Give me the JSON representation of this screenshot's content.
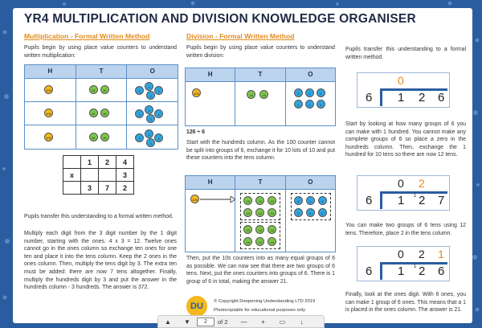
{
  "title": "YR4 MULTIPLICATION AND DIVISION KNOWLEDGE ORGANISER",
  "multiplication": {
    "heading": "Multiplication - Formal Written Method",
    "intro": "Pupils begin by using place value counters to understand written multiplication:",
    "pv_headers": [
      "H",
      "T",
      "O"
    ],
    "grid": {
      "row1": [
        "",
        "1",
        "2",
        "4"
      ],
      "row2": [
        "x",
        "",
        "",
        "3"
      ],
      "row3": [
        "",
        "3",
        "7",
        "2"
      ]
    },
    "transfer": "Pupils transfer this understanding to a formal written method.",
    "explanation": "Multiply each digit from the 3 digit number by the 1 digit number, starting with the ones. 4 x 3 = 12. Twelve ones cannot go in the ones column so exchange ten ones for one ten and place it into the tens column. Keep the 2 ones in the ones column. Then, multiply the tens digit by 3. The extra ten must be added: there are now 7 tens altogether. Finally, multiply the hundreds digit by 3 and put the answer in the hundreds column - 3 hundreds. The answer is 372."
  },
  "division": {
    "heading": "Division - Formal Written Method",
    "intro": "Pupils begin by using place value counters to understand written division:",
    "pv_headers": [
      "H",
      "T",
      "O"
    ],
    "equation": "126 ÷ 6",
    "step1": "Start with the hundreds column. As the 100 counter cannot be split into groups of 6, exchange it for 10 lots of 10 and put these counters into the tens column.",
    "step2": "Then, put the 10s counters into as many equal groups of 6 as possible. We can now see that there are two groups of 6 tens. Next, put the ones counters into groups of 6. There is 1 group of 6 in total, making the answer 21."
  },
  "right": {
    "transfer": "Pupils transfer this understanding to a formal written method.",
    "box1": {
      "quotient": [
        "0",
        "",
        ""
      ],
      "divisor": "6",
      "dividend": [
        "1",
        "2",
        "6"
      ],
      "carry": ""
    },
    "text1": "Start by looking at how many groups of 6 you can make with 1 hundred. You cannot make any complete groups of 6 so place a zero in the hundreds column. Then, exchange the 1 hundred for 10 tens so there are now 12 tens.",
    "box2": {
      "quotient": [
        "0",
        "2",
        ""
      ],
      "divisor": "6",
      "dividend": [
        "1",
        "2",
        "7"
      ],
      "carry": "1"
    },
    "text2": "You can make two groups of 6 tens using 12 tens. Therefore, place 2 in the tens column.",
    "box3": {
      "quotient": [
        "0",
        "2",
        "1"
      ],
      "divisor": "6",
      "dividend": [
        "1",
        "2",
        "6"
      ],
      "carry": "1"
    },
    "text3": "Finally, look at the ones digit. With 6 ones, you can make 1 group of 6 ones. This means that a 1 is placed in the ones column. The answer is 21."
  },
  "footer": {
    "logo": "DU",
    "copyright": "© Copyright Deepening Understanding LTD 2019",
    "note": "Photocopiable for educational purposes only"
  },
  "viewer": {
    "page": "2",
    "of": "of 2",
    "up": "▲",
    "down": "▼",
    "minus": "—",
    "plus": "+"
  },
  "colors": {
    "border": "#2a5d9f",
    "heading": "#e38b1c",
    "hundred": "#f5b81c",
    "ten": "#7ec64b",
    "one": "#2fa4e0"
  }
}
